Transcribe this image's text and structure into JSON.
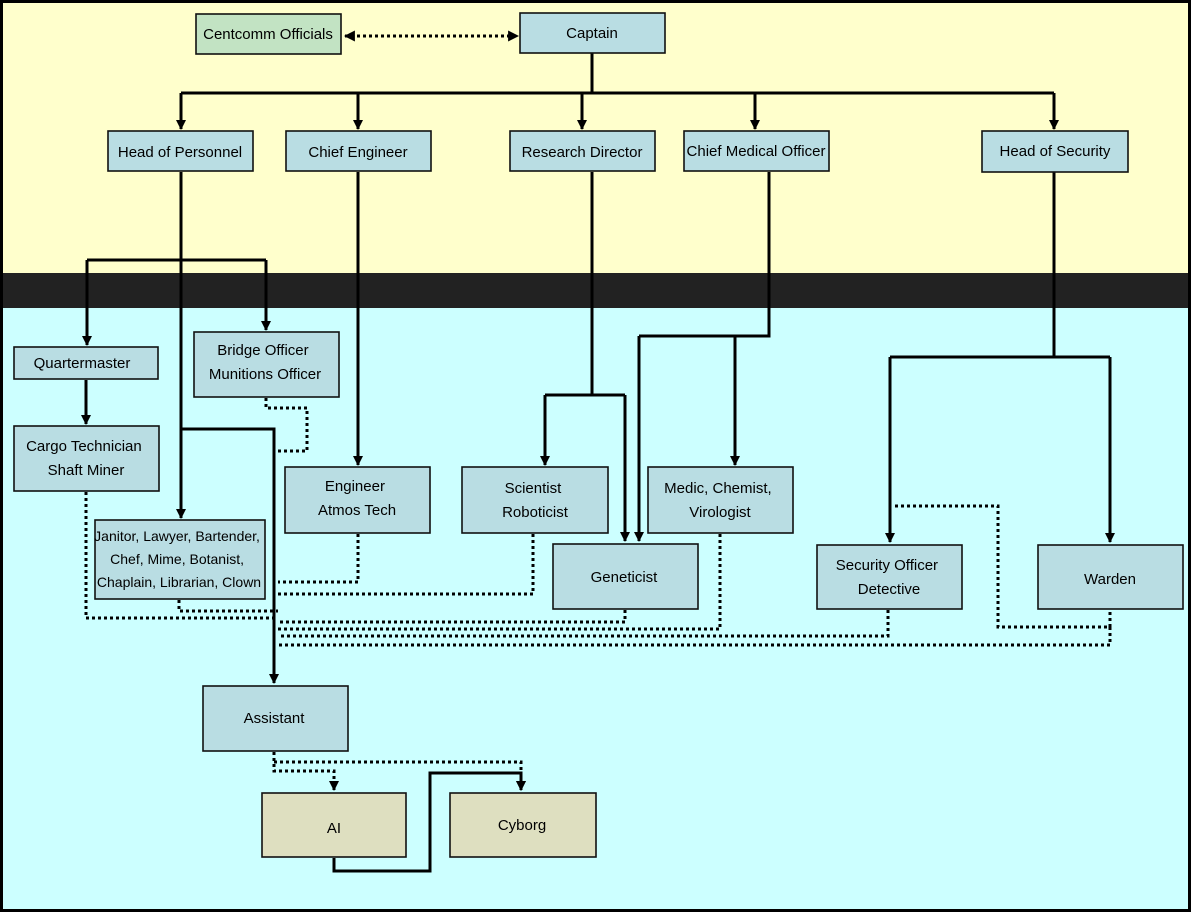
{
  "colors": {
    "command_band": "#ffffcc",
    "divider_band": "#222222",
    "crew_band": "#ccffff",
    "role_box": "#b9dde3",
    "centcomm_box": "#c2e3c3",
    "silicon_box": "#dedfc0",
    "line": "#000000"
  },
  "nodes": {
    "centcomm": {
      "lines": [
        "Centcomm Officials"
      ]
    },
    "captain": {
      "lines": [
        "Captain"
      ]
    },
    "hop": {
      "lines": [
        "Head of Personnel"
      ]
    },
    "ce": {
      "lines": [
        "Chief Engineer"
      ]
    },
    "rd": {
      "lines": [
        "Research Director"
      ]
    },
    "cmo": {
      "lines": [
        "Chief Medical Officer"
      ]
    },
    "hos": {
      "lines": [
        "Head of Security"
      ]
    },
    "qm": {
      "lines": [
        "Quartermaster"
      ]
    },
    "bridge": {
      "lines": [
        "Bridge Officer",
        "Munitions Officer"
      ]
    },
    "cargo": {
      "lines": [
        "Cargo Technician",
        "Shaft Miner"
      ]
    },
    "civilian": {
      "lines": [
        "Janitor, Lawyer, Bartender,",
        "Chef, Mime, Botanist,",
        "Chaplain, Librarian, Clown"
      ]
    },
    "engineer": {
      "lines": [
        "Engineer",
        "Atmos Tech"
      ]
    },
    "scientist": {
      "lines": [
        "Scientist",
        "Roboticist"
      ]
    },
    "medic": {
      "lines": [
        "Medic, Chemist,",
        "Virologist"
      ]
    },
    "geneticist": {
      "lines": [
        "Geneticist"
      ]
    },
    "secoff": {
      "lines": [
        "Security Officer",
        "Detective"
      ]
    },
    "warden": {
      "lines": [
        "Warden"
      ]
    },
    "assistant": {
      "lines": [
        "Assistant"
      ]
    },
    "ai": {
      "lines": [
        "AI"
      ]
    },
    "cyborg": {
      "lines": [
        "Cyborg"
      ]
    }
  }
}
